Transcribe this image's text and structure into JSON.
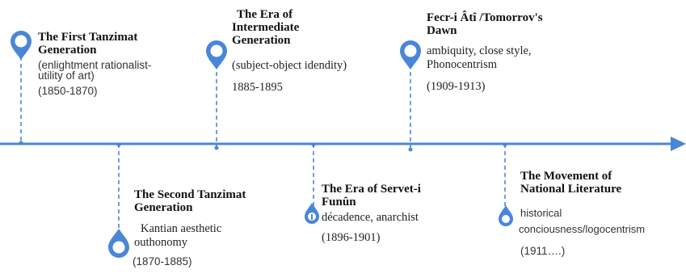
{
  "colors": {
    "accent": "#4a86d8",
    "text": "#1a1a1a"
  },
  "events": [
    {
      "id": "first-tanzimat",
      "title": [
        "The First Tanzimat",
        "Generation"
      ],
      "desc": [
        "(enlightment rationalist-",
        "utility of art)"
      ],
      "years": "(1850-1870)"
    },
    {
      "id": "second-tanzimat",
      "title": [
        "The Second Tanzimat",
        "Generation"
      ],
      "desc": [
        "Kantian aesthetic",
        "outhonomy"
      ],
      "years": "(1870-1885)"
    },
    {
      "id": "intermediate",
      "title": [
        "The Era of",
        "Intermediate",
        "Generation"
      ],
      "desc": [
        "(subject-object idendity)"
      ],
      "years": "1885-1895"
    },
    {
      "id": "servet-i-funun",
      "title": [
        "The Era of Servet-i",
        "Funûn"
      ],
      "desc": [
        "décadence, anarchist"
      ],
      "years": "(1896-1901)"
    },
    {
      "id": "fecr-i-ati",
      "title": [
        "Fecr-i Âtî /Tomorrov's",
        "Dawn"
      ],
      "desc": [
        "ambiquity, close style,",
        "Phonocentrism"
      ],
      "years": "(1909-1913)"
    },
    {
      "id": "national-literature",
      "title": [
        "The Movement of",
        "National Literature"
      ],
      "desc": [
        "historical",
        "conciousness/logocentrism"
      ],
      "years": "(1911….)"
    }
  ]
}
